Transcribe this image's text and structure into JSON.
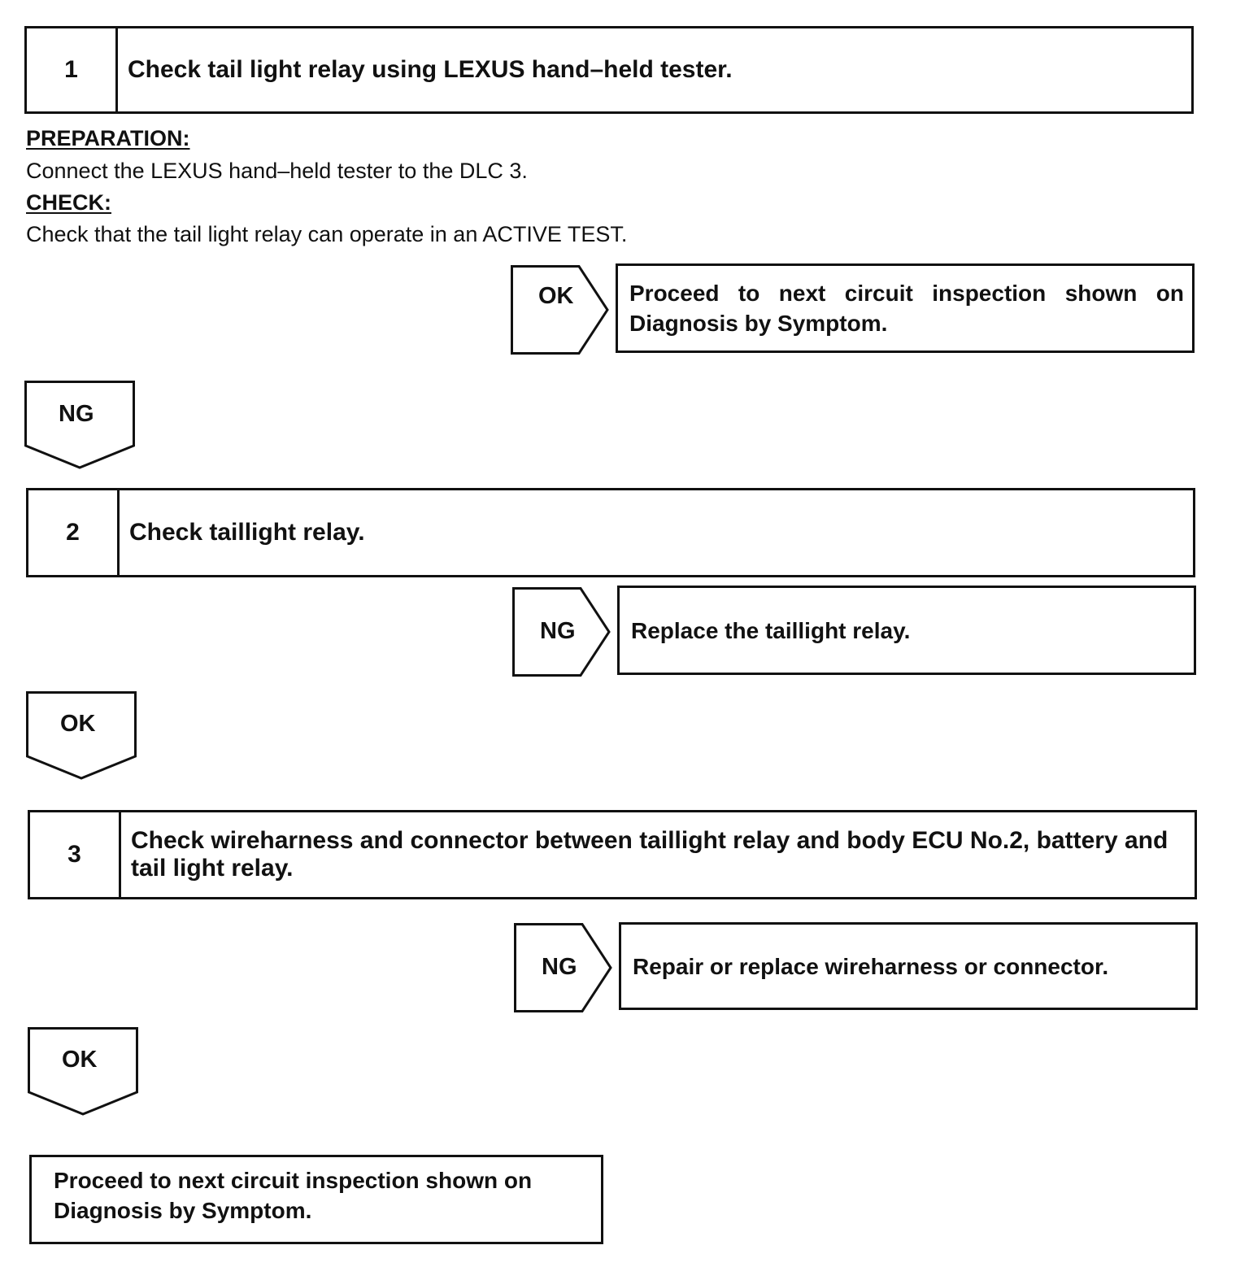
{
  "steps": [
    {
      "number": "1",
      "title": "Check tail light relay using LEXUS hand–held tester."
    },
    {
      "number": "2",
      "title": "Check taillight relay."
    },
    {
      "number": "3",
      "title": "Check wireharness and connector between taillight relay and body ECU No.2, battery and tail light relay."
    }
  ],
  "step1": {
    "preparation_label": "PREPARATION:",
    "preparation_text": "Connect the LEXUS hand–held tester to the DLC 3.",
    "check_label": "CHECK:",
    "check_text": "Check that the tail light relay can operate in an ACTIVE TEST."
  },
  "branches": {
    "b1_right": {
      "label": "OK",
      "result": "Proceed to next circuit inspection shown on Diagnosis by Symptom."
    },
    "b1_down": {
      "label": "NG"
    },
    "b2_right": {
      "label": "NG",
      "result": "Replace the taillight relay."
    },
    "b2_down": {
      "label": "OK"
    },
    "b3_right": {
      "label": "NG",
      "result": "Repair or replace wireharness or connector."
    },
    "b3_down": {
      "label": "OK"
    }
  },
  "final": {
    "text": "Proceed to next circuit inspection shown on Diagnosis by Symptom."
  }
}
